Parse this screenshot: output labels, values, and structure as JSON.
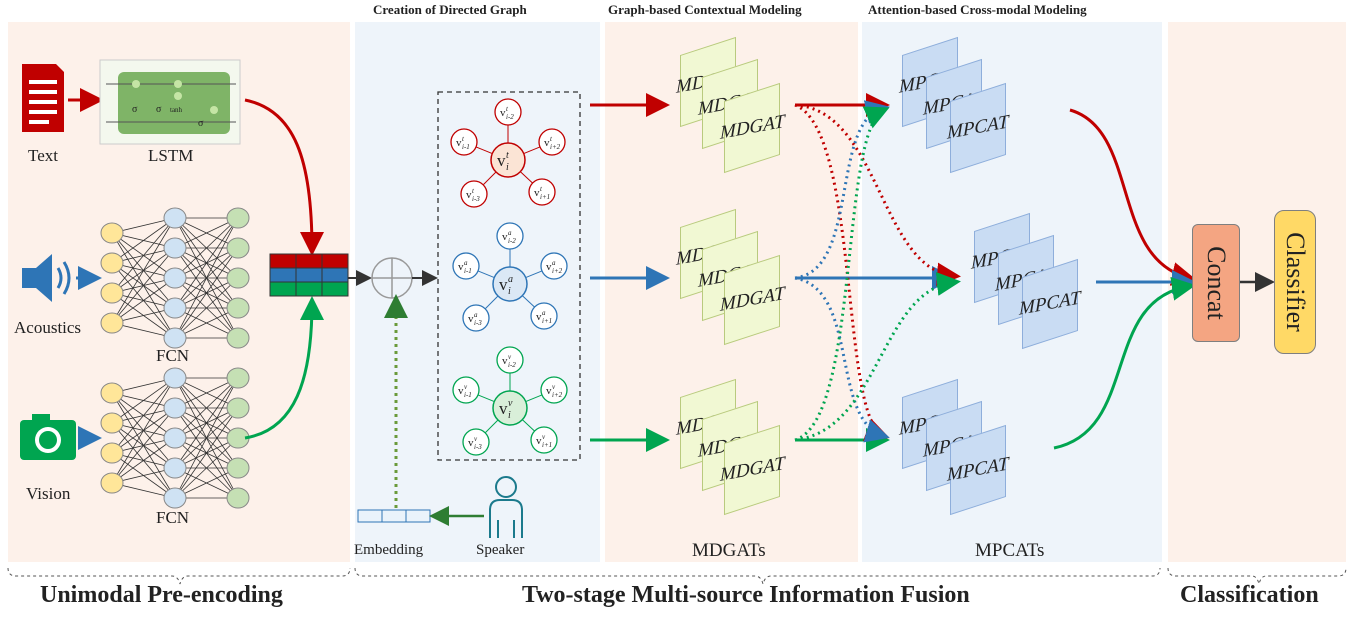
{
  "titles": {
    "graph": "Creation of Directed Graph",
    "contextual": "Graph-based Contextual Modeling",
    "crossmodal": "Attention-based Cross-modal Modeling"
  },
  "modalities": {
    "text": "Text",
    "acoustics": "Acoustics",
    "vision": "Vision"
  },
  "encoders": {
    "lstm": "LSTM",
    "fcn_a": "FCN",
    "fcn_v": "FCN"
  },
  "speaker": {
    "embedding": "Embedding",
    "speaker": "Speaker"
  },
  "modules": {
    "mdgat": "MDGAT",
    "mpcat": "MPCAT",
    "mdgats_label": "MDGATs",
    "mpcats_label": "MPCATs",
    "concat": "Concat",
    "classifier": "Classifier"
  },
  "stages": {
    "pre": "Unimodal Pre-encoding",
    "fusion": "Two-stage Multi-source Information Fusion",
    "cls": "Classification"
  },
  "colors": {
    "text": "#c00000",
    "acoustics": "#2e75b6",
    "vision": "#00a550",
    "concat": "#f4a582",
    "classifier": "#ffd966"
  }
}
